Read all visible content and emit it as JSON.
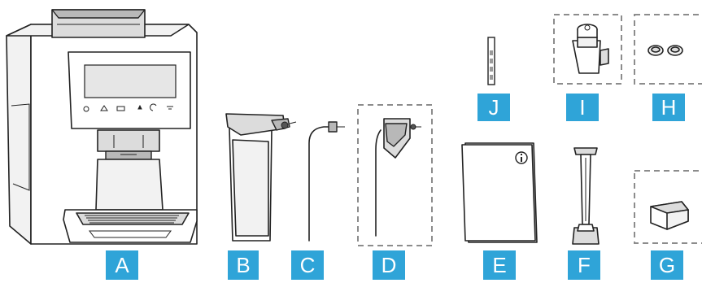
{
  "parts": [
    {
      "id": "A",
      "label": "A",
      "name": "coffee-machine"
    },
    {
      "id": "B",
      "label": "B",
      "name": "milk-container"
    },
    {
      "id": "C",
      "label": "C",
      "name": "milk-tube"
    },
    {
      "id": "D",
      "label": "D",
      "name": "milk-tube-holder"
    },
    {
      "id": "E",
      "label": "E",
      "name": "instruction-manual"
    },
    {
      "id": "F",
      "label": "F",
      "name": "measuring-spoon"
    },
    {
      "id": "G",
      "label": "G",
      "name": "cleaning-tablets"
    },
    {
      "id": "H",
      "label": "H",
      "name": "descaling-tablets"
    },
    {
      "id": "I",
      "label": "I",
      "name": "water-filter"
    },
    {
      "id": "J",
      "label": "J",
      "name": "water-hardness-test-strip"
    }
  ],
  "manual_icon": "info-icon",
  "colors": {
    "label_background": "#2fa4d8",
    "label_text": "#ffffff",
    "optional_frame": "#8c8c8c",
    "line_art": "#222222"
  }
}
